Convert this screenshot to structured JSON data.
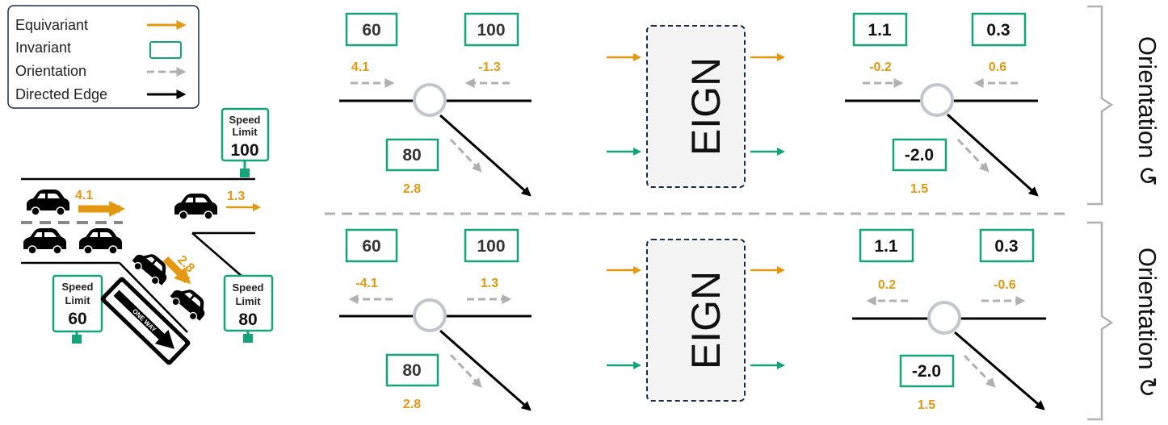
{
  "legend": {
    "equivariant": "Equivariant",
    "invariant": "Invariant",
    "orientation": "Orientation",
    "directed_edge": "Directed Edge"
  },
  "road": {
    "speed_label": "Speed",
    "limit_label": "Limit",
    "sign_100": "100",
    "sign_60": "60",
    "sign_80": "80",
    "flow_top_left": "4.1",
    "flow_top_right": "1.3",
    "flow_ramp": "2.8",
    "one_way": "ONE WAY"
  },
  "panels": {
    "top": {
      "in_left": "60",
      "in_right": "100",
      "in_branch": "80",
      "in_eq_left": "4.1",
      "in_eq_right": "-1.3",
      "in_eq_branch": "2.8",
      "model": "EIGN",
      "out_left": "1.1",
      "out_right": "0.3",
      "out_branch": "-2.0",
      "out_eq_left": "-0.2",
      "out_eq_right": "0.6",
      "out_eq_branch": "1.5",
      "orientation_label": "Orientation ↺"
    },
    "bottom": {
      "in_left": "60",
      "in_right": "100",
      "in_branch": "80",
      "in_eq_left": "-4.1",
      "in_eq_right": "1.3",
      "in_eq_branch": "2.8",
      "model": "EIGN",
      "out_left": "1.1",
      "out_right": "0.3",
      "out_branch": "-2.0",
      "out_eq_left": "0.2",
      "out_eq_right": "-0.6",
      "out_eq_branch": "1.5",
      "orientation_label": "Orientation ↻"
    }
  },
  "colors": {
    "equivariant": "#e3980f",
    "invariant": "#13a479",
    "orientation": "#b0b0b0",
    "edge": "#000000",
    "model_border": "#1e2a4a"
  }
}
